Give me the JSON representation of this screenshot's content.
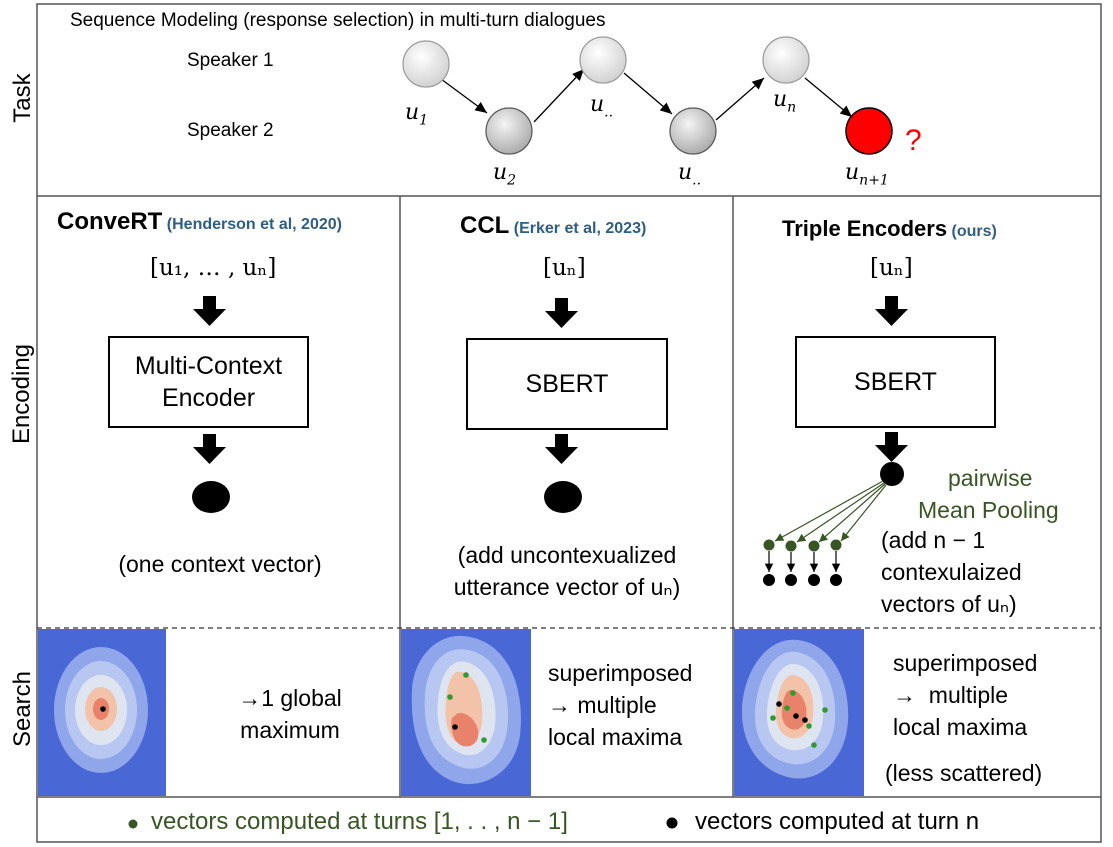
{
  "rows": {
    "task": "Task",
    "encoding": "Encoding",
    "search": "Search"
  },
  "task": {
    "title": "Sequence Modeling (response selection) in multi-turn dialogues",
    "speaker1": "Speaker 1",
    "speaker2": "Speaker 2",
    "question_mark": "?",
    "utterances": [
      {
        "base": "u",
        "sub": "1"
      },
      {
        "base": "u",
        "sub": "2"
      },
      {
        "base": "u",
        "sub": ".."
      },
      {
        "base": "u",
        "sub": ".."
      },
      {
        "base": "u",
        "sub": "n"
      },
      {
        "base": "u",
        "sub": "n+1"
      }
    ],
    "colors": {
      "speaker_node": "#e8e8e8",
      "target_node": "#ff0000"
    }
  },
  "methods": [
    {
      "name": "ConveRT",
      "cite": "(Henderson et al, 2020)",
      "input": "[u₁, … , uₙ]",
      "encoder": "Multi-Context Encoder",
      "output_note": "(one context vector)"
    },
    {
      "name": "CCL",
      "cite": "(Erker et al, 2023)",
      "input": "[uₙ]",
      "encoder": "SBERT",
      "output_note_line1": "(add uncontexualized",
      "output_note_line2": "utterance vector of uₙ)"
    },
    {
      "name": "Triple Encoders",
      "cite": "(ours)",
      "input": "[uₙ]",
      "encoder": "SBERT",
      "pooling_line1": "pairwise",
      "pooling_line2": "Mean Pooling",
      "output_note_line1": "(add n − 1",
      "output_note_line2": "contexulaized",
      "output_note_line3": "vectors of uₙ)"
    }
  ],
  "search": [
    {
      "line1": "→1 global",
      "line2": "maximum"
    },
    {
      "line1": "superimposed",
      "line2": "→ multiple",
      "line3": "local maxima"
    },
    {
      "line1": "superimposed",
      "line2": "→  multiple",
      "line3": "local maxima",
      "line4": "(less scattered)"
    }
  ],
  "legend": {
    "green_text": "vectors computed at turns [1, . . , n − 1]",
    "black_text": "vectors computed at turn n",
    "green_color": "#375623"
  },
  "colors": {
    "cite_blue": "#2e5d86",
    "pooling_green": "#375623",
    "heat_bg": "#4a67d6"
  }
}
